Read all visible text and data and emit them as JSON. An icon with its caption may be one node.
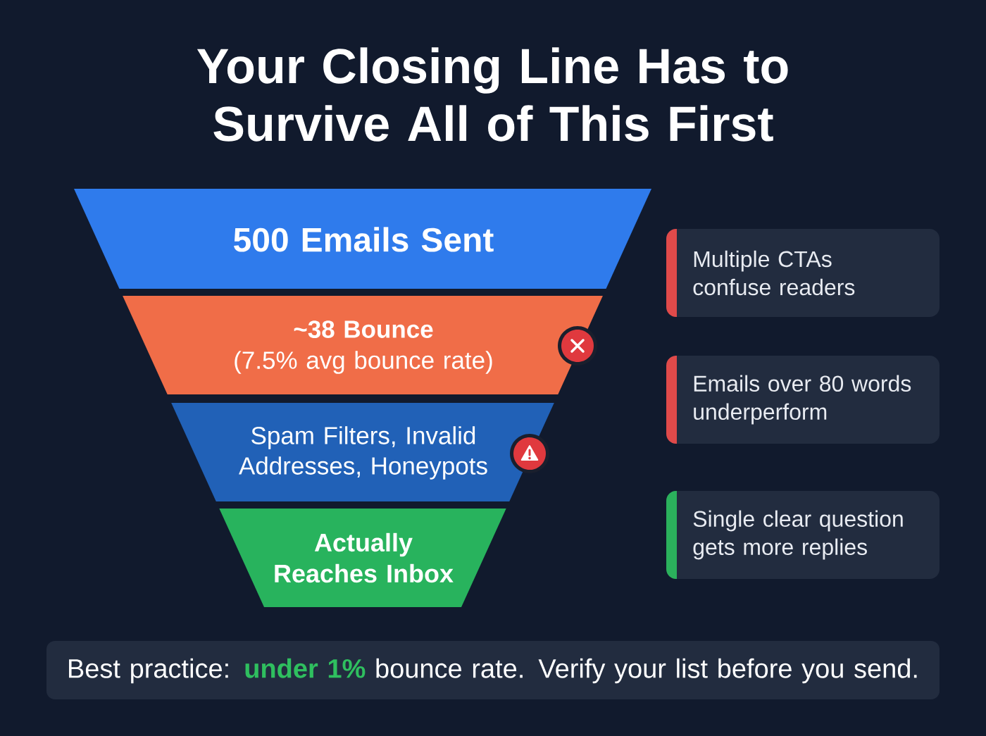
{
  "diagram": {
    "title": "Your Closing Line Has to Survive All of This First",
    "nodes": [
      {
        "text": [
          "500 Emails Sent"
        ]
      },
      {
        "text": [
          "~38 Bounce",
          "(7.5% avg bounce rate)"
        ]
      },
      {
        "text": [
          "Spam Filters, Invalid Addresses, Honeypots"
        ]
      },
      {
        "text": [
          "Actually Reaches Inbox"
        ]
      },
      {
        "text": [
          "Multiple CTAs confuse readers"
        ]
      },
      {
        "text": [
          "Emails over 80 words underperform"
        ]
      },
      {
        "text": [
          "Single clear question gets more replies"
        ]
      },
      {
        "text": [
          "Best practice: **under 1%** bounce rate. Verify your list before you send."
        ]
      }
    ]
  }
}
